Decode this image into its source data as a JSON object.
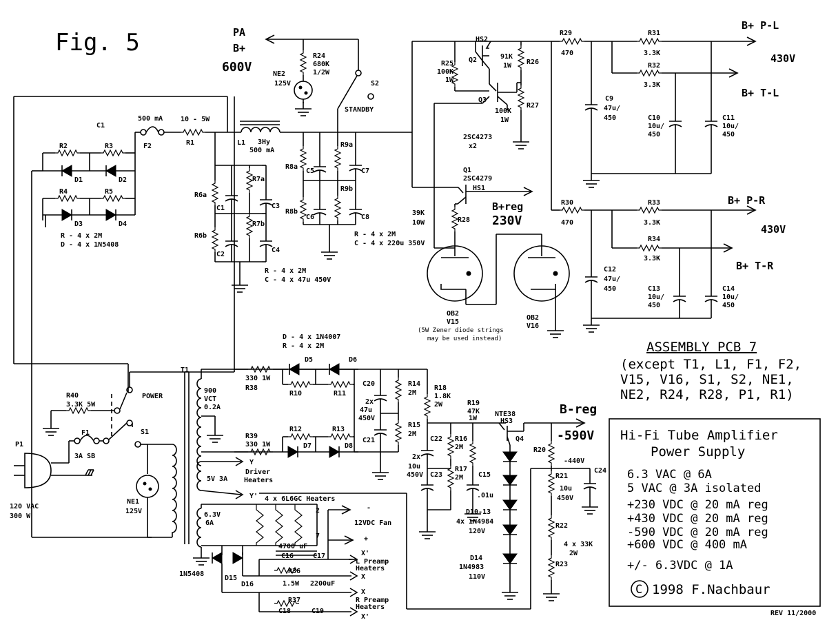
{
  "figure": {
    "title": "Fig. 5",
    "revision": "REV 11/2000"
  },
  "outputs": {
    "pa_top": "PA",
    "pa_bot": "B+",
    "pa_volts": "600V",
    "bpl": "B+ P-L",
    "btl": "B+ T-L",
    "bpl_volts": "430V",
    "bpr": "B+ P-R",
    "btr": "B+ T-R",
    "bpr_volts": "430V",
    "breg": "B+reg",
    "breg_volts": "230V",
    "bneg": "B-reg",
    "bneg_volts": "-590V",
    "neg440": "-440V"
  },
  "components": {
    "C1_top": "C1",
    "F2_rating": "500 mA",
    "F2": "F2",
    "R1_val": "10 - 5W",
    "R1": "R1",
    "L1": "L1",
    "L1_val1": "3Hy",
    "L1_val2": "500 mA",
    "R2": "R2",
    "R3": "R3",
    "R4": "R4",
    "R5": "R5",
    "D1": "D1",
    "D2": "D2",
    "D3": "D3",
    "D4": "D4",
    "rect_note1": "R - 4 x 2M",
    "rect_note2": "D - 4 x 1N5408",
    "R6a": "R6a",
    "R6b": "R6b",
    "R7a": "R7a",
    "R7b": "R7b",
    "C1b": "C1",
    "C2": "C2",
    "C3": "C3",
    "C4": "C4",
    "filt1_note1": "R - 4 x 2M",
    "filt1_note2": "C - 4 x 47u 450V",
    "R8a": "R8a",
    "R8b": "R8b",
    "R9a": "R9a",
    "R9b": "R9b",
    "C5": "C5",
    "C6": "C6",
    "C7": "C7",
    "C8": "C8",
    "filt2_note1": "R - 4 x 2M",
    "filt2_note2": "C - 4 x 220u 350V",
    "NE2": "NE2",
    "NE2_val": "125V",
    "R24": "R24",
    "R24_val1": "680K",
    "R24_val2": "1/2W",
    "S2": "S2",
    "standby": "STANDBY",
    "HS2": "HS2",
    "Q2": "Q2",
    "Q3": "Q3",
    "R25": "R25",
    "R25_val1": "100K",
    "R25_val2": "1W",
    "R26": "R26",
    "R26_val1": "91K",
    "R26_val2": "1W",
    "R27": "R27",
    "R27_val1": "100K",
    "R27_val2": "1W",
    "Qpart": "2SC4273",
    "Qpart_x": "x2",
    "Q1": "Q1",
    "Q1part": "2SC4279",
    "HS1": "HS1",
    "R28": "R28",
    "R28_val1": "39K",
    "R28_val2": "10W",
    "V15": "V15",
    "V15_type": "OB2",
    "V16": "V16",
    "V16_type": "OB2",
    "zener_note1": "(5W Zener diode strings",
    "zener_note2": "may be used instead)",
    "R29": "R29",
    "R29_val": "470",
    "R30": "R30",
    "R30_val": "470",
    "R31": "R31",
    "R31_val": "3.3K",
    "R32": "R32",
    "R32_val": "3.3K",
    "R33": "R33",
    "R33_val": "3.3K",
    "R34": "R34",
    "R34_val": "3.3K",
    "C9": "C9",
    "C9_val1": "47u/",
    "C9_val2": "450",
    "C10": "C10",
    "C10_val1": "10u/",
    "C10_val2": "450",
    "C11": "C11",
    "C11_val1": "10u/",
    "C11_val2": "450",
    "C12": "C12",
    "C12_val1": "47u/",
    "C12_val2": "450",
    "C13": "C13",
    "C13_val1": "10u/",
    "C13_val2": "450",
    "C14": "C14",
    "C14_val1": "10u/",
    "C14_val2": "450",
    "T1": "T1",
    "T1_hv1": "900",
    "T1_hv2": "VCT",
    "T1_hv3": "0.2A",
    "T1_5v": "5V 3A",
    "T1_63v1": "6.3V",
    "T1_63v2": "6A",
    "P1": "P1",
    "mains1": "120 VAC",
    "mains2": "300 W",
    "F1": "F1",
    "F1_val": "3A SB",
    "S1": "S1",
    "power": "POWER",
    "R40": "R40",
    "R40_val": "3.3K 5W",
    "NE1": "NE1",
    "NE1_val": "125V",
    "neg_note1": "D - 4 x 1N4007",
    "neg_note2": "R - 4 x 2M",
    "D5": "D5",
    "D6": "D6",
    "D7": "D7",
    "D8": "D8",
    "R38": "R38",
    "R38_val": "330 1W",
    "R39": "R39",
    "R39_val": "330 1W",
    "R10": "R10",
    "R11": "R11",
    "R12": "R12",
    "R13": "R13",
    "C20": "C20",
    "C21": "C21",
    "C20_21_1": "2x",
    "C20_21_2": "47u",
    "C20_21_3": "450V",
    "R14": "R14",
    "R14_val": "2M",
    "R15": "R15",
    "R15_val": "2M",
    "R18": "R18",
    "R18_val1": "1.8K",
    "R18_val2": "2W",
    "R19": "R19",
    "R19_val1": "47K",
    "R19_val2": "1W",
    "NTE38": "NTE38",
    "HS3": "HS3",
    "Q4": "Q4",
    "C22": "C22",
    "C23": "C23",
    "C22_23_1": "2x",
    "C22_23_2": "10u",
    "C22_23_3": "450V",
    "R16": "R16",
    "R16_val": "2M",
    "R17": "R17",
    "R17_val": "2M",
    "C15": "C15",
    "C15_val": ".01u",
    "D10_13": "D10-13",
    "D10_13_part": "4x 1N4984",
    "D10_13_v": "120V",
    "D14": "D14",
    "D14_part": "1N4983",
    "D14_v": "110V",
    "R20": "R20",
    "R21": "R21",
    "R22": "R22",
    "R23": "R23",
    "R20_23_1": "4 x 33K",
    "R20_23_2": "2W",
    "C24": "C24",
    "C24_val1": "10u",
    "C24_val2": "450V",
    "driver": "Driver",
    "heaters": "Heaters",
    "Y": "Y",
    "Yp": "Y'",
    "heaters_6l6": "4 x 6L6GC Heaters",
    "fan": "12VDC Fan",
    "pin2": "2",
    "pin7": "7",
    "C16": "C16",
    "C17": "C17",
    "C16_val": "4700 uF",
    "R36": "R36",
    "R36_val": "1.5W",
    "C17_val": "2200uF",
    "R37": "R37",
    "C18": "C18",
    "C19": "C19",
    "D15": "D15",
    "D16": "D16",
    "D15_part": "1N5408",
    "Xp": "X'",
    "X": "X",
    "l_preamp1": "L Preamp",
    "l_preamp2": "Heaters",
    "r_preamp1": "R Preamp",
    "r_preamp2": "Heaters",
    "minus": "-",
    "plus": "+"
  },
  "assembly": {
    "title": "ASSEMBLY PCB 7",
    "lines": [
      "(except T1, L1, F1, F2,",
      "V15, V16, S1, S2, NE1,",
      "NE2, R24, R28, P1, R1)"
    ]
  },
  "info": {
    "title1": "Hi-Fi Tube Amplifier",
    "title2": "Power Supply",
    "specs": [
      "6.3 VAC @ 6A",
      "5 VAC @ 3A isolated",
      "+230 VDC @ 20 mA reg",
      "+430 VDC @ 20 mA reg",
      "-590 VDC @ 20 mA reg",
      "+600 VDC @ 400 mA"
    ],
    "spec_last": "+/- 6.3VDC @ 1A",
    "copyright": "1998 F.Nachbaur",
    "copyright_symbol": "C"
  }
}
